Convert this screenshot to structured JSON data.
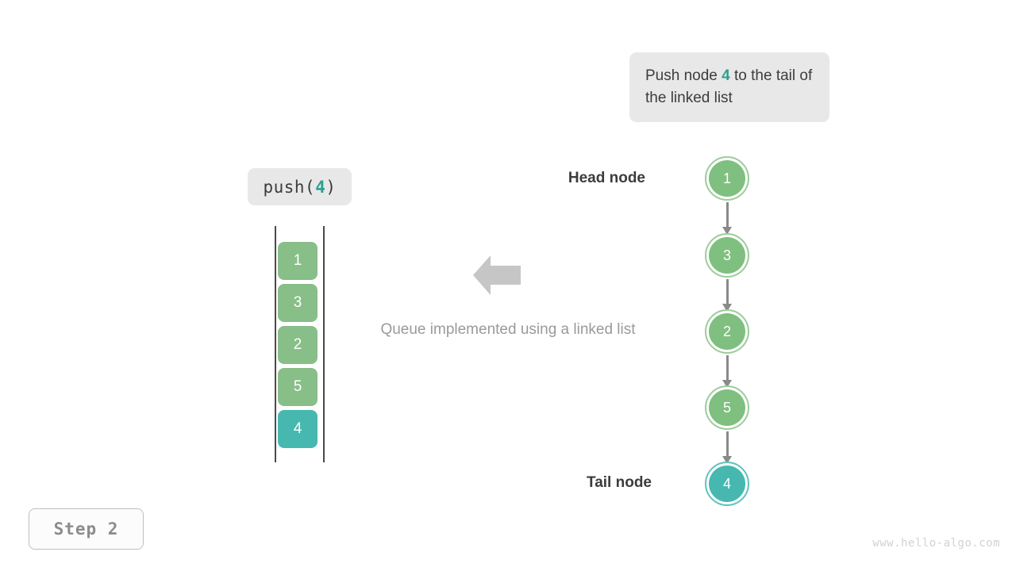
{
  "callout": {
    "text_before": "Push node ",
    "accent": "4",
    "text_after": " to the tail of the linked list"
  },
  "operation_chip": {
    "prefix": "push(",
    "argument": "4",
    "suffix": ")"
  },
  "queue_visual": {
    "label": "queue-cells",
    "cells": [
      {
        "value": "1",
        "state": "normal"
      },
      {
        "value": "3",
        "state": "normal"
      },
      {
        "value": "2",
        "state": "normal"
      },
      {
        "value": "5",
        "state": "normal"
      },
      {
        "value": "4",
        "state": "highlight"
      }
    ]
  },
  "arrow": {
    "icon": "arrow-left-icon",
    "direction": "left",
    "color": "#c6c6c6"
  },
  "caption": {
    "text": "Queue implemented using a linked list"
  },
  "linked_list": {
    "nodes": [
      {
        "value": "1",
        "state": "normal"
      },
      {
        "value": "3",
        "state": "normal"
      },
      {
        "value": "2",
        "state": "normal"
      },
      {
        "value": "5",
        "state": "normal"
      },
      {
        "value": "4",
        "state": "highlight"
      }
    ],
    "head_label": "Head node",
    "tail_label": "Tail node"
  },
  "step_badge": {
    "text": "Step 2"
  },
  "watermark": {
    "text": "www.hello-algo.com"
  },
  "colors": {
    "node_green": "#7fbf7f",
    "node_green_ring": "#9ccc9c",
    "cell_green": "#88be88",
    "accent_teal": "#47b8b0",
    "accent_teal_ring": "#5fc3bb",
    "text_accent": "#2f9e8f",
    "chip_background": "#e8e8e8",
    "arrow_gray": "#8a8a8a",
    "caption_gray": "#9a9a9a",
    "rail_gray": "#4a4a4a"
  }
}
